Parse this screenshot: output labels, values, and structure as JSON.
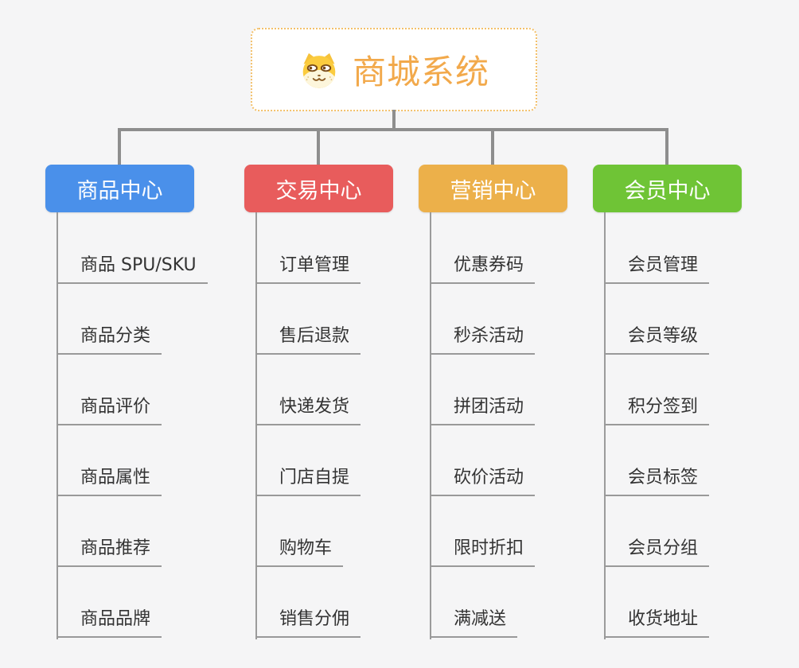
{
  "page": {
    "background_color": "#f5f5f6",
    "connector_color": "#8e8e8e"
  },
  "root": {
    "title": "商城系统",
    "icon": "dog-face-icon",
    "accent_color": "#f2a94b",
    "border_color": "#f3c06a"
  },
  "branches": [
    {
      "label": "商品中心",
      "color": "#4a90ea",
      "children": [
        "商品 SPU/SKU",
        "商品分类",
        "商品评价",
        "商品属性",
        "商品推荐",
        "商品品牌"
      ]
    },
    {
      "label": "交易中心",
      "color": "#e85c5c",
      "children": [
        "订单管理",
        "售后退款",
        "快递发货",
        "门店自提",
        "购物车",
        "销售分佣"
      ]
    },
    {
      "label": "营销中心",
      "color": "#ecb04a",
      "children": [
        "优惠券码",
        "秒杀活动",
        "拼团活动",
        "砍价活动",
        "限时折扣",
        "满减送"
      ]
    },
    {
      "label": "会员中心",
      "color": "#6fc436",
      "children": [
        "会员管理",
        "会员等级",
        "积分签到",
        "会员标签",
        "会员分组",
        "收货地址"
      ]
    }
  ]
}
